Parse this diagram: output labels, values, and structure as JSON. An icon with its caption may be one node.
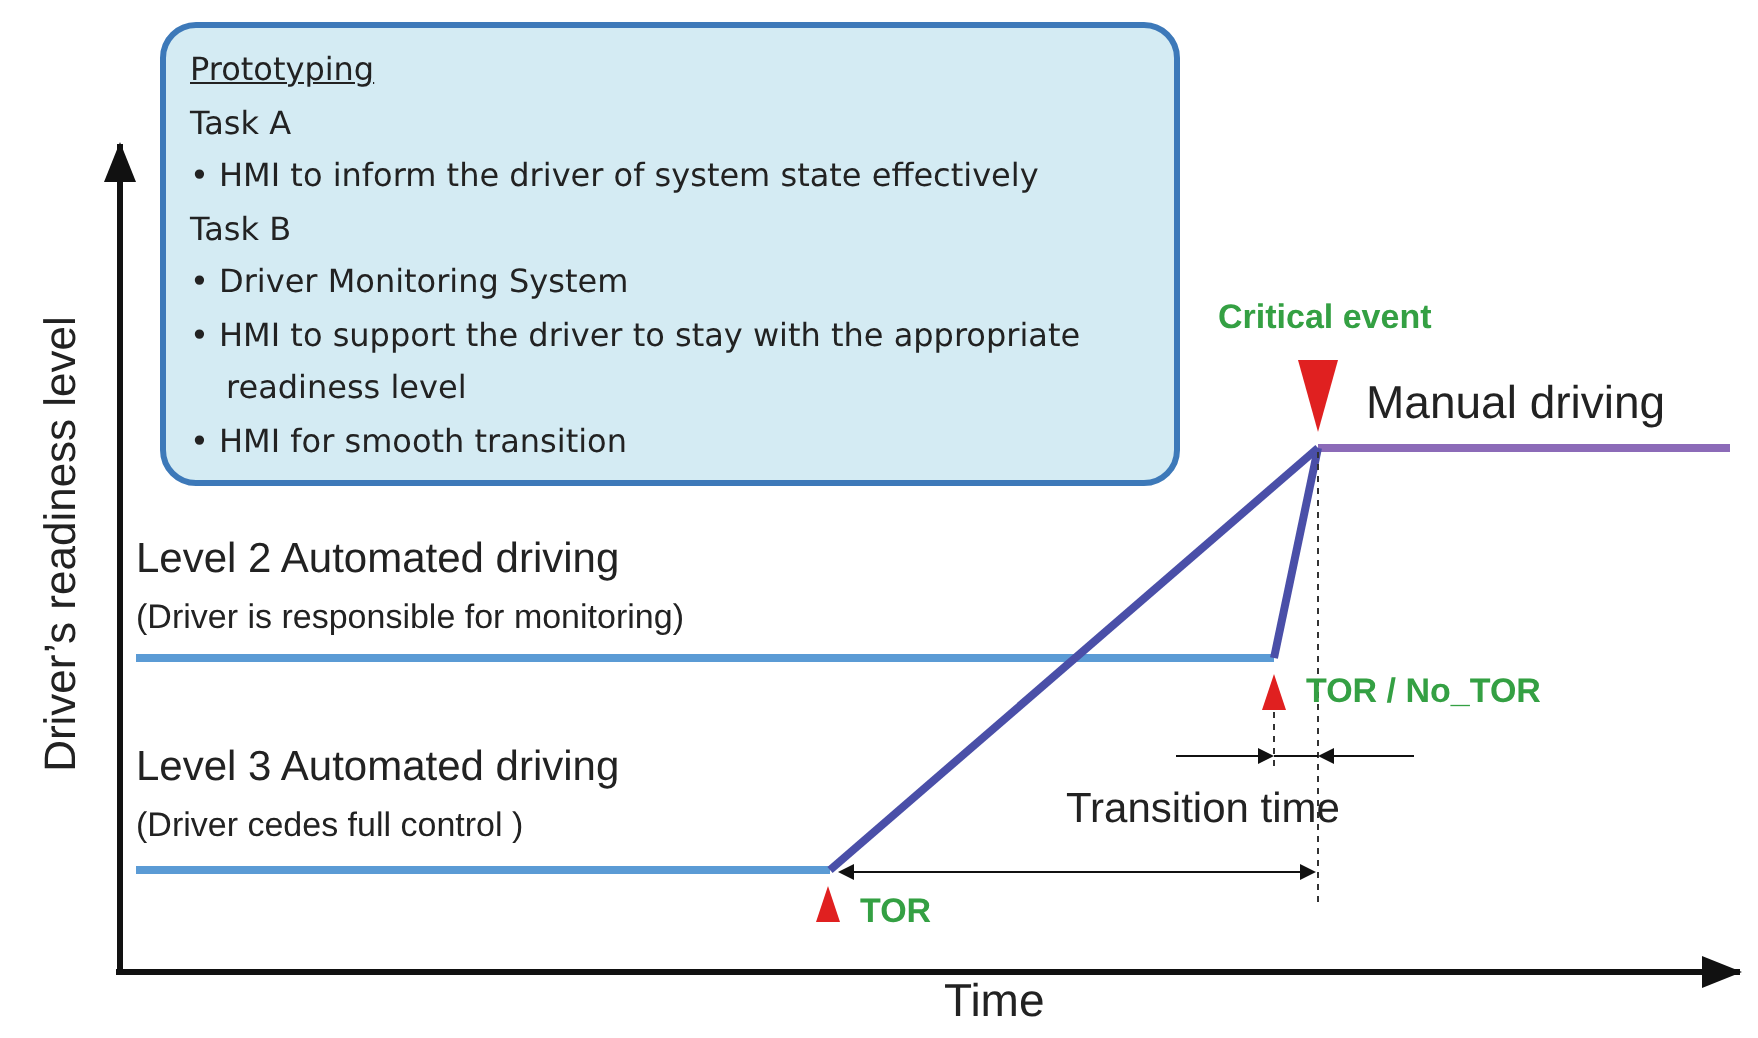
{
  "diagram": {
    "nodes": [
      {
        "text": [
          "Prototyping",
          "Task A",
          "• HMI to inform the driver of system state effectively",
          "Task B",
          "• Driver Monitoring System",
          "• HMI to support the driver to stay with the appropriate readiness level",
          "• HMI for smooth transition"
        ]
      }
    ],
    "labels": [
      "Driver’s readiness level",
      "Time",
      "Critical event",
      "Manual driving",
      "Level 2 Automated driving",
      "(Driver is responsible for monitoring)",
      "TOR / No_TOR",
      "Level 3 Automated driving",
      "(Driver cedes full control )",
      "Transition time",
      "TOR"
    ]
  }
}
